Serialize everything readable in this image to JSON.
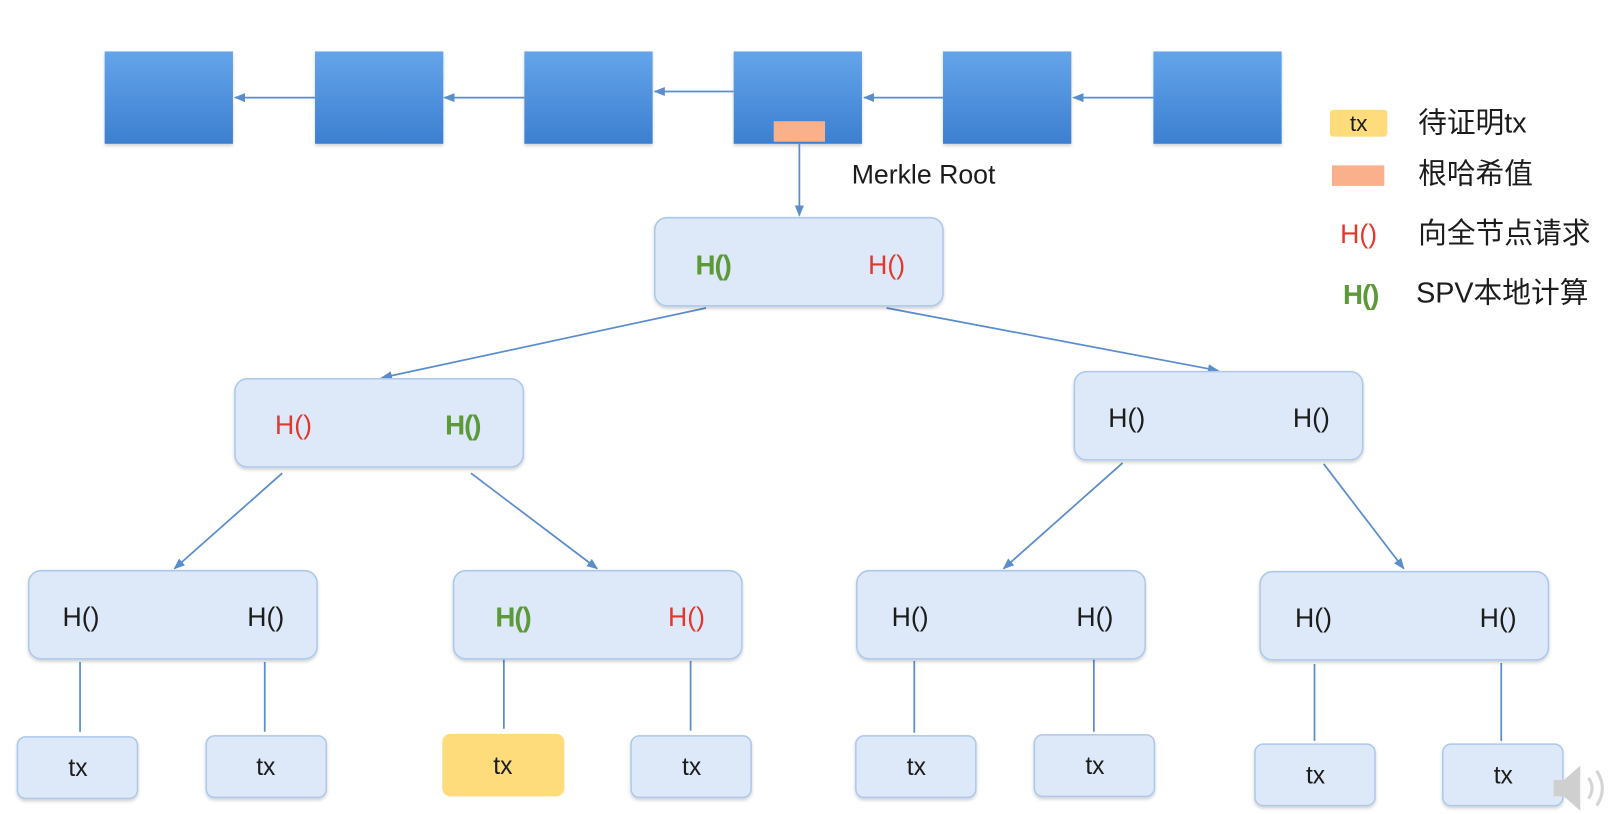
{
  "colors": {
    "block_top": "#64a4ea",
    "block_bottom": "#3d7fd0",
    "node_fill": "#dde9f8",
    "node_stroke": "#adc8ec",
    "edge": "#5a8dcc",
    "pending_tx": "#fedb7b",
    "merkle_root": "#f9b08b",
    "request_hash": "#e2372c",
    "local_hash": "#5c9a37",
    "plain_text": "#1c1c1c"
  },
  "blockchain": {
    "merkle_root_label": "Merkle Root"
  },
  "legend": {
    "pending_tx": {
      "swatch_text": "tx",
      "label": "待证明tx"
    },
    "root_hash": {
      "label": "根哈希值"
    },
    "request": {
      "swatch_text": "H()",
      "label": "向全节点请求"
    },
    "local": {
      "swatch_text": "H()",
      "label": "SPV本地计算"
    }
  },
  "tree": {
    "root": {
      "hashes": [
        "H()",
        "H()"
      ]
    },
    "level2": [
      {
        "hashes": [
          "H()",
          "H()"
        ]
      },
      {
        "hashes": [
          "H()",
          "H()"
        ]
      }
    ],
    "level3": [
      {
        "hashes": [
          "H()",
          "H()"
        ]
      },
      {
        "hashes": [
          "H()",
          "H()"
        ]
      },
      {
        "hashes": [
          "H()",
          "H()"
        ]
      },
      {
        "hashes": [
          "H()",
          "H()"
        ]
      }
    ],
    "leaves": [
      "tx",
      "tx",
      "tx",
      "tx",
      "tx",
      "tx",
      "tx",
      "tx"
    ]
  },
  "icons": {
    "audio": "speaker-icon"
  }
}
